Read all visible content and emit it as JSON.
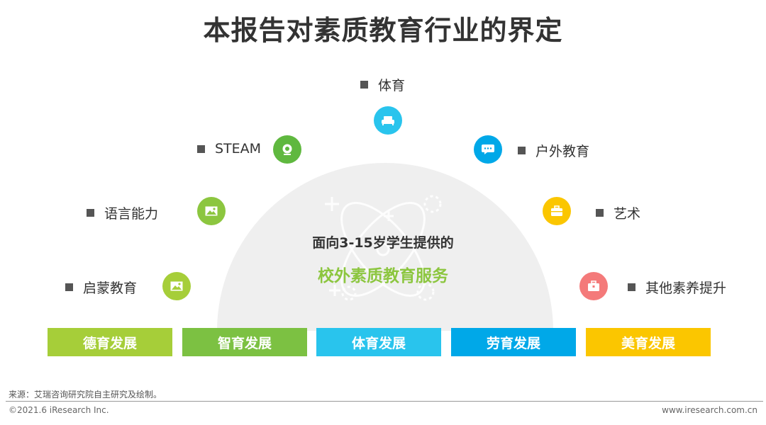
{
  "title": "本报告对素质教育行业的界定",
  "center": {
    "line1": "面向3-15岁学生提供的",
    "line2": "校外素质教育服务"
  },
  "items": {
    "sports": "体育",
    "steam": "STEAM",
    "outdoor": "户外教育",
    "language": "语言能力",
    "art": "艺术",
    "enlightenment": "启蒙教育",
    "other": "其他素养提升"
  },
  "bars": {
    "moral": "德育发展",
    "intellectual": "智育发展",
    "physical": "体育发展",
    "labor": "劳育发展",
    "aesthetic": "美育发展"
  },
  "colors": {
    "green_light": "#a6ce39",
    "green": "#7cc142",
    "cyan": "#29c4ed",
    "blue": "#00a8e8",
    "yellow": "#fbc600",
    "salmon": "#f47a7a"
  },
  "icons": {
    "sports": "sofa-icon",
    "steam": "webcam-icon",
    "outdoor": "chat-bubble-icon",
    "language": "picture-icon",
    "art": "briefcase-icon",
    "enlightenment": "picture-icon",
    "other": "toolbox-icon"
  },
  "footer": {
    "source": "来源：艾瑞咨询研究院自主研究及绘制。",
    "copyright": "©2021.6 iResearch Inc.",
    "website": "www.iresearch.com.cn"
  }
}
